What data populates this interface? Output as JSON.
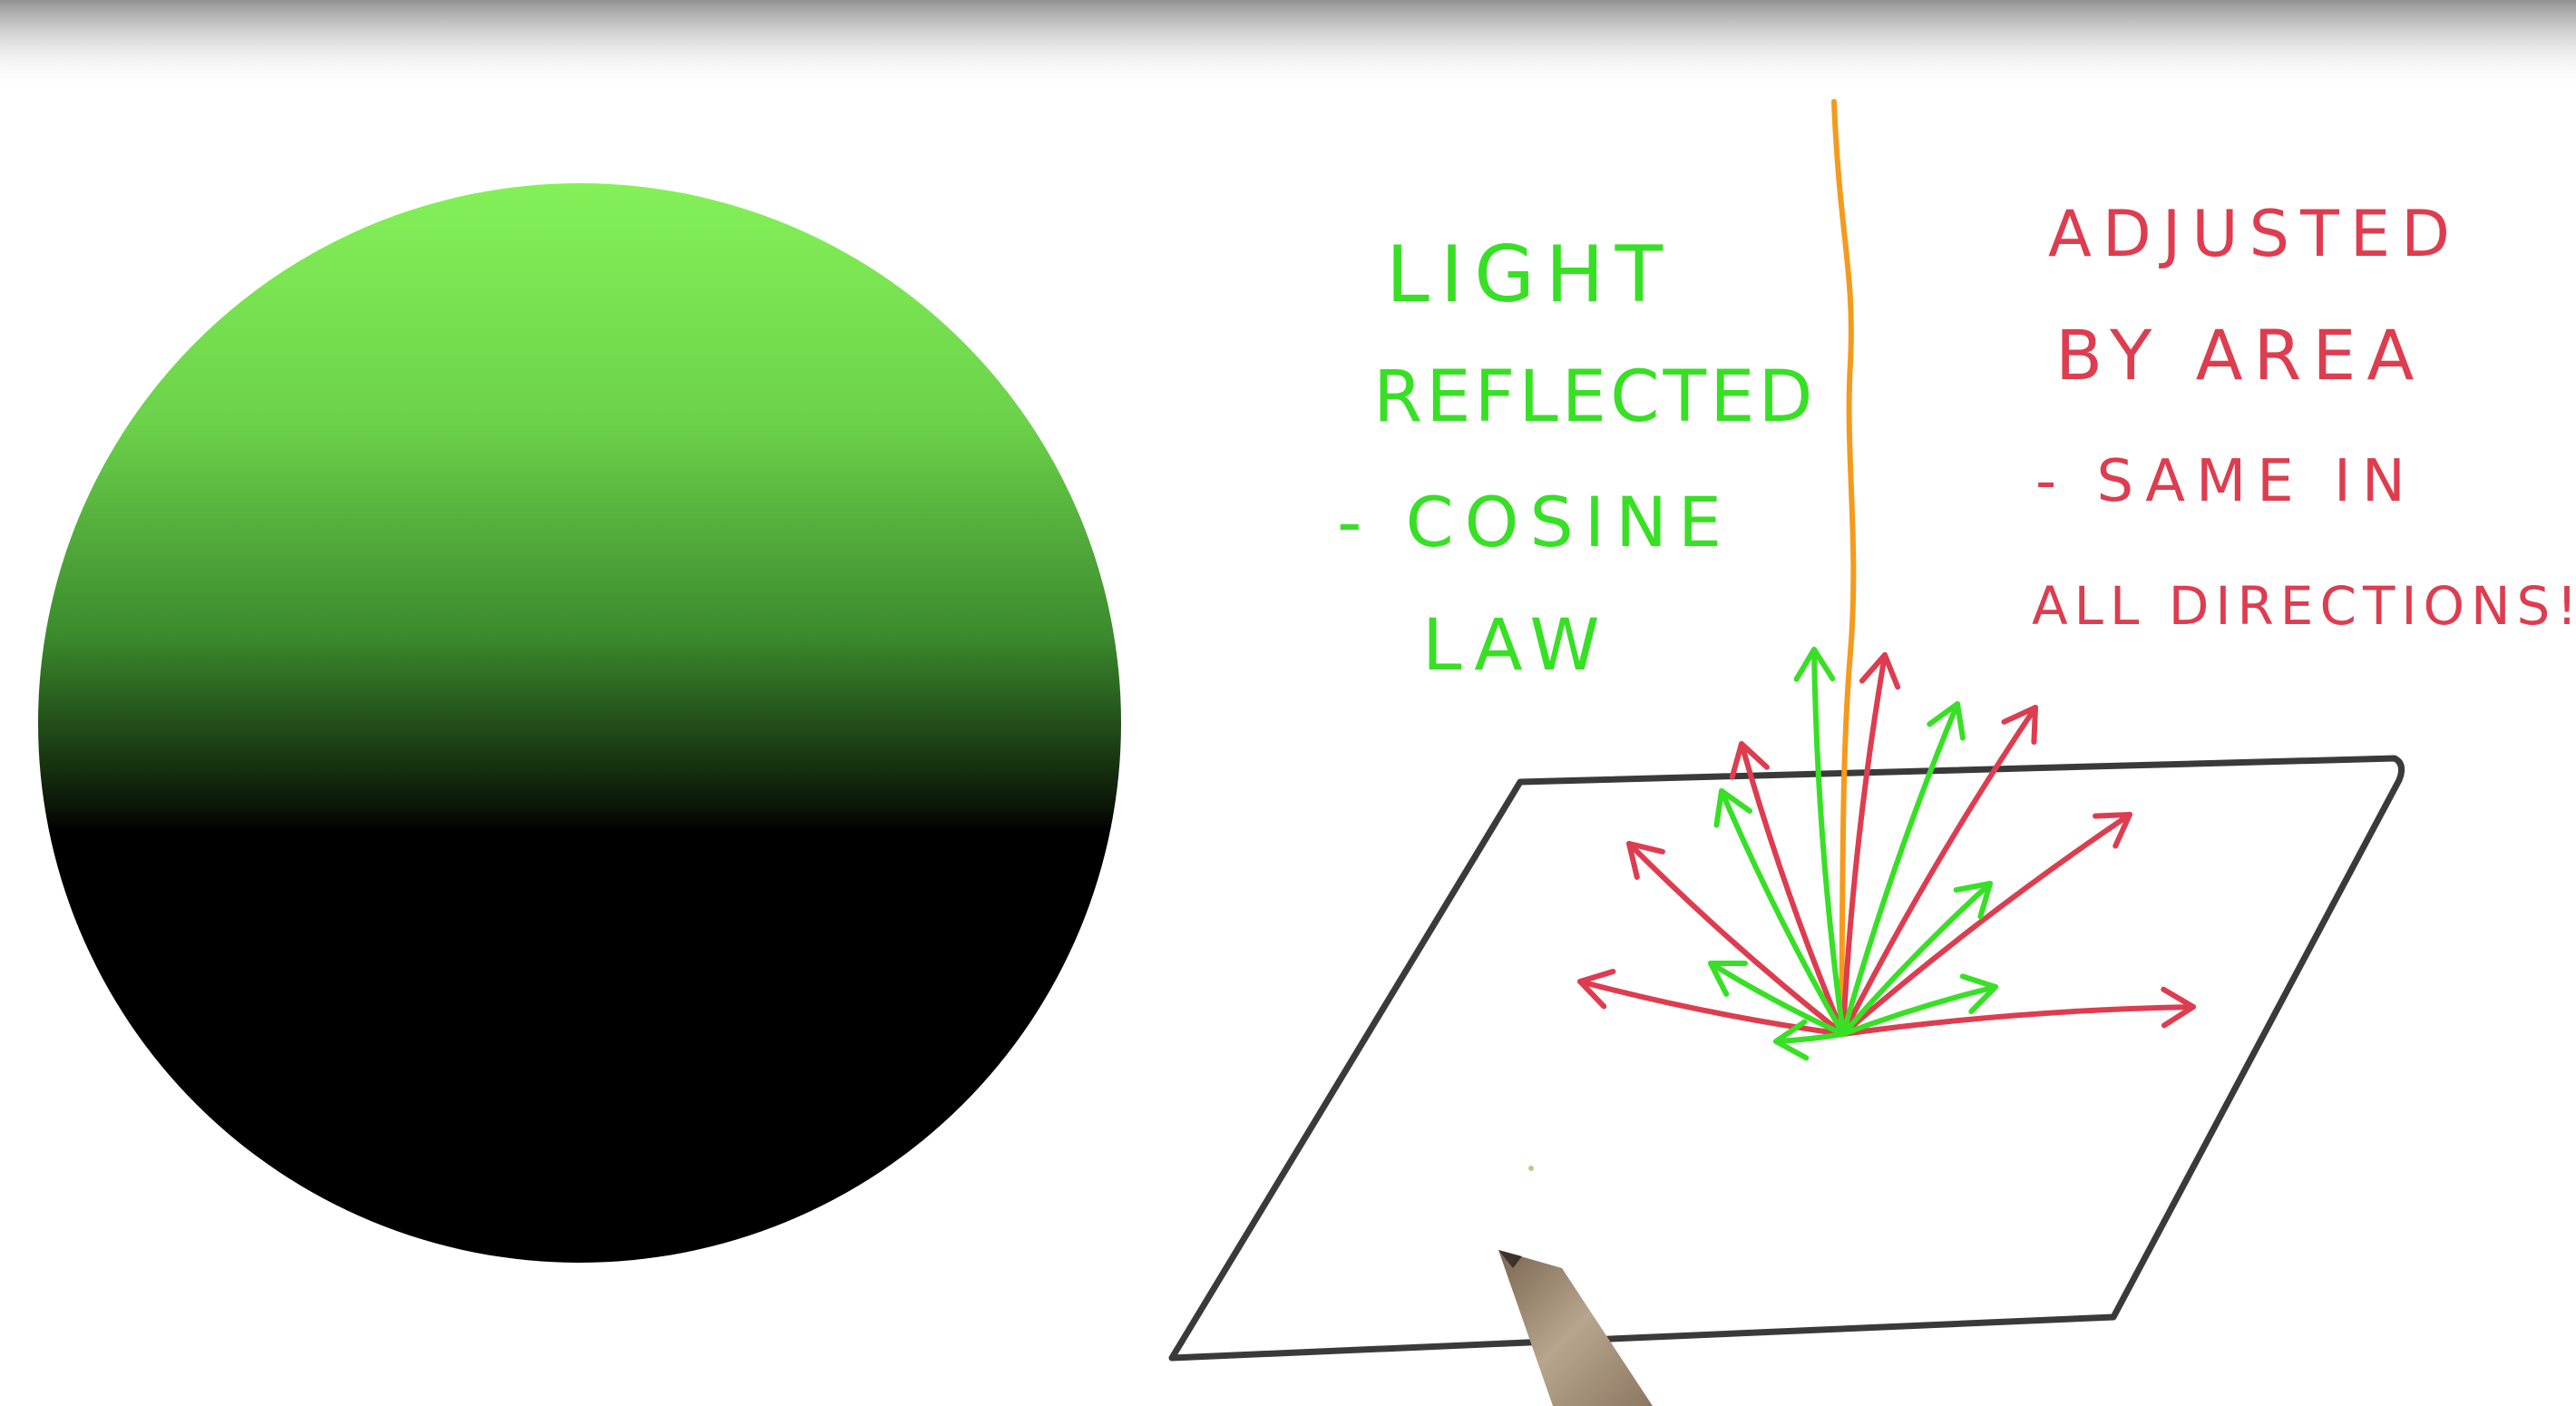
{
  "colors": {
    "background": "#ffffff",
    "sphere_lit": "#84f158",
    "sphere_dark": "#000000",
    "green_ink": "#37e025",
    "red_ink": "#de3c4f",
    "light_ray": "#f59a1c",
    "outline": "#3a3a3a"
  },
  "labels": {
    "green": {
      "line1": "LIGHT",
      "line2": "REFLECTED",
      "line3": "- COSINE",
      "line4": "LAW"
    },
    "red": {
      "line1": "ADJUSTED",
      "line2": "BY AREA",
      "line3": "- SAME IN",
      "line4": "ALL DIRECTIONS!"
    }
  },
  "icons": {
    "pen": "pen-tip-icon"
  }
}
